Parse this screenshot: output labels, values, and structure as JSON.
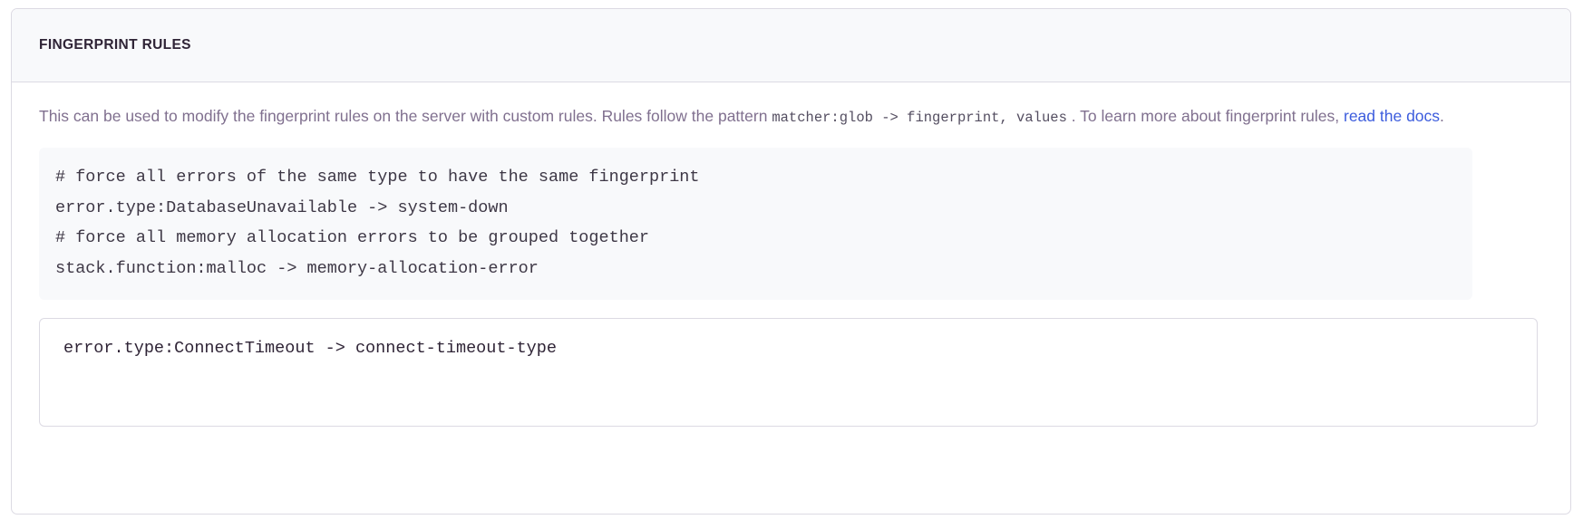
{
  "panel": {
    "title": "Fingerprint Rules",
    "description": {
      "part1": "This can be used to modify the fingerprint rules on the server with custom rules. Rules follow the pattern ",
      "inline_code": "matcher:glob -> fingerprint, values",
      "part2": " . To learn more about fingerprint rules, ",
      "link_text": "read the docs",
      "part3": "."
    },
    "example_code": "# force all errors of the same type to have the same fingerprint\nerror.type:DatabaseUnavailable -> system-down\n# force all memory allocation errors to be grouped together\nstack.function:malloc -> memory-allocation-error",
    "rules_field": {
      "value": "error.type:ConnectTimeout -> connect-timeout-type",
      "placeholder": "error.type:ConnectTimeout -> connect-timeout-type"
    }
  },
  "colors": {
    "link": "#3c5cdd",
    "panel_border": "#dcdae3",
    "header_bg": "#f8f9fb",
    "code_bg": "#f8f9fb",
    "title_text": "#2f2436",
    "body_text": "#80708f"
  }
}
